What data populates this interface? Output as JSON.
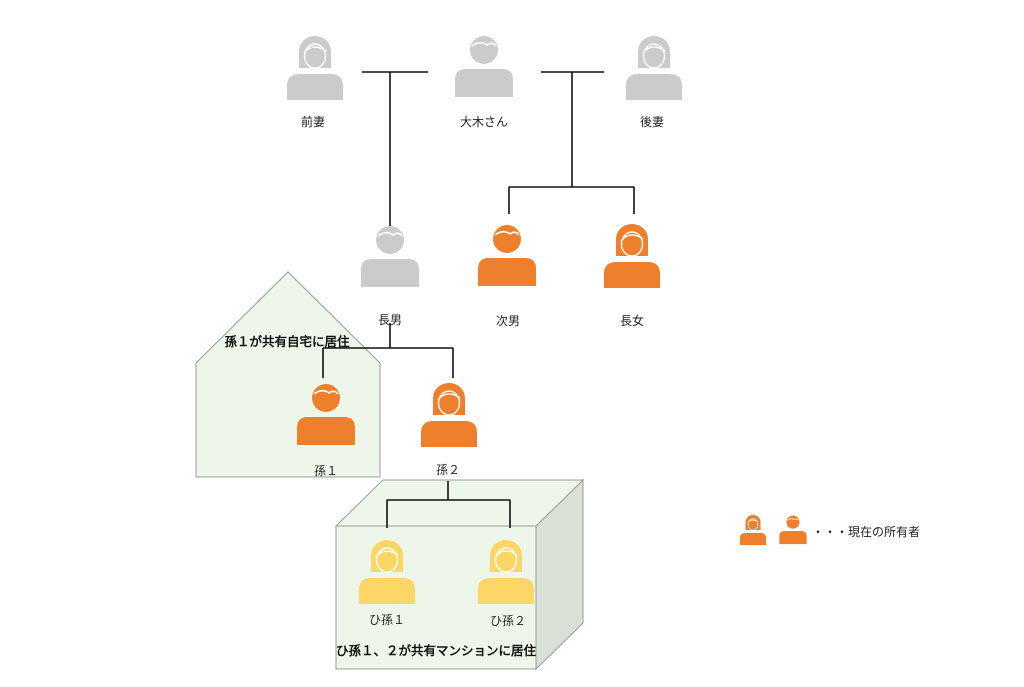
{
  "colors": {
    "gray": "#cbcbcb",
    "orange": "#ee7f2d",
    "yellow": "#fcd667",
    "line": "#111111",
    "zone_fill": "#eef6ea",
    "zone_stroke": "#9c9c9c",
    "box_side": "#d9e0d5"
  },
  "people": [
    {
      "id": "former_wife",
      "label": "前妻",
      "gender": "female",
      "status": "deceased"
    },
    {
      "id": "mr_oki",
      "label": "大木さん",
      "gender": "male",
      "status": "deceased"
    },
    {
      "id": "later_wife",
      "label": "後妻",
      "gender": "female",
      "status": "deceased"
    },
    {
      "id": "eldest_son",
      "label": "長男",
      "gender": "male",
      "status": "deceased"
    },
    {
      "id": "second_son",
      "label": "次男",
      "gender": "male",
      "status": "owner"
    },
    {
      "id": "eldest_daughter",
      "label": "長女",
      "gender": "female",
      "status": "owner"
    },
    {
      "id": "grandchild_1",
      "label": "孫１",
      "gender": "male",
      "status": "owner"
    },
    {
      "id": "grandchild_2",
      "label": "孫２",
      "gender": "female",
      "status": "owner"
    },
    {
      "id": "great_grandchild_1",
      "label": "ひ孫１",
      "gender": "female",
      "status": "descendant"
    },
    {
      "id": "great_grandchild_2",
      "label": "ひ孫２",
      "gender": "female",
      "status": "descendant"
    }
  ],
  "zones": {
    "house_caption": "孫１が共有自宅に居住",
    "apartment_caption": "ひ孫１、２が共有マンションに居住"
  },
  "legend": {
    "text": "・・・現在の所有者",
    "icons": [
      "female-person-icon",
      "male-person-icon"
    ]
  }
}
